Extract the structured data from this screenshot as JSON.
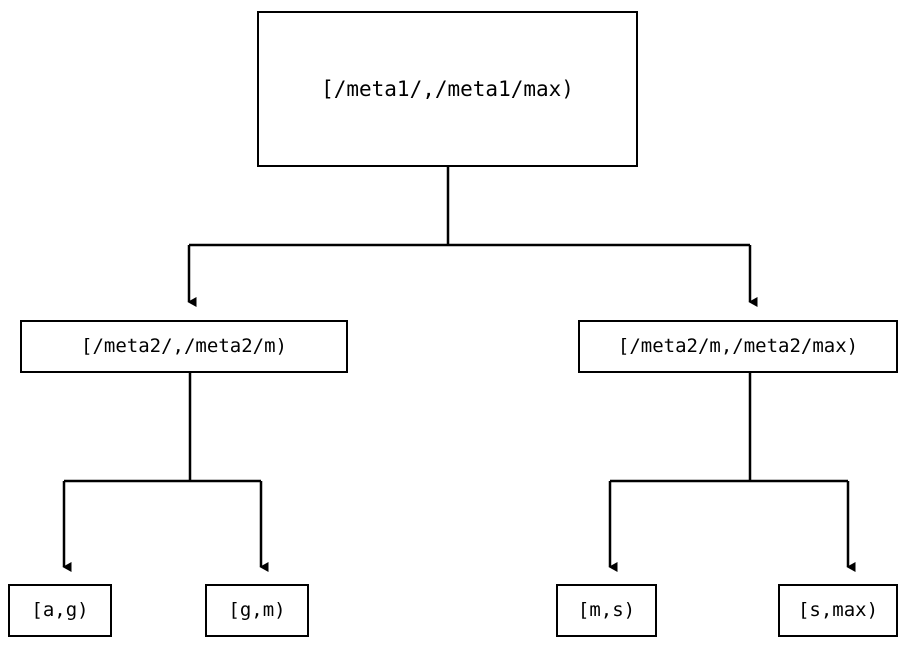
{
  "diagram": {
    "type": "tree",
    "orientation": "top-down",
    "title": "",
    "colors": {
      "background": "#ffffff",
      "node_border": "#000000",
      "node_fill": "#ffffff",
      "edge": "#000000",
      "text": "#000000"
    },
    "edge_style": {
      "routing": "orthogonal",
      "arrowhead": "filled-triangle-down"
    },
    "nodes": {
      "root": {
        "label": "[/meta1/,/meta1/max)",
        "level": 0
      },
      "mid_left": {
        "label": "[/meta2/,/meta2/m)",
        "level": 1
      },
      "mid_right": {
        "label": "[/meta2/m,/meta2/max)",
        "level": 1
      },
      "leaf_a_g": {
        "label": "[a,g)",
        "level": 2
      },
      "leaf_g_m": {
        "label": "[g,m)",
        "level": 2
      },
      "leaf_m_s": {
        "label": "[m,s)",
        "level": 2
      },
      "leaf_s_max": {
        "label": "[s,max)",
        "level": 2
      }
    },
    "edges": [
      {
        "from": "root",
        "to": "mid_left"
      },
      {
        "from": "root",
        "to": "mid_right"
      },
      {
        "from": "mid_left",
        "to": "leaf_a_g"
      },
      {
        "from": "mid_left",
        "to": "leaf_g_m"
      },
      {
        "from": "mid_right",
        "to": "leaf_m_s"
      },
      {
        "from": "mid_right",
        "to": "leaf_s_max"
      }
    ]
  }
}
